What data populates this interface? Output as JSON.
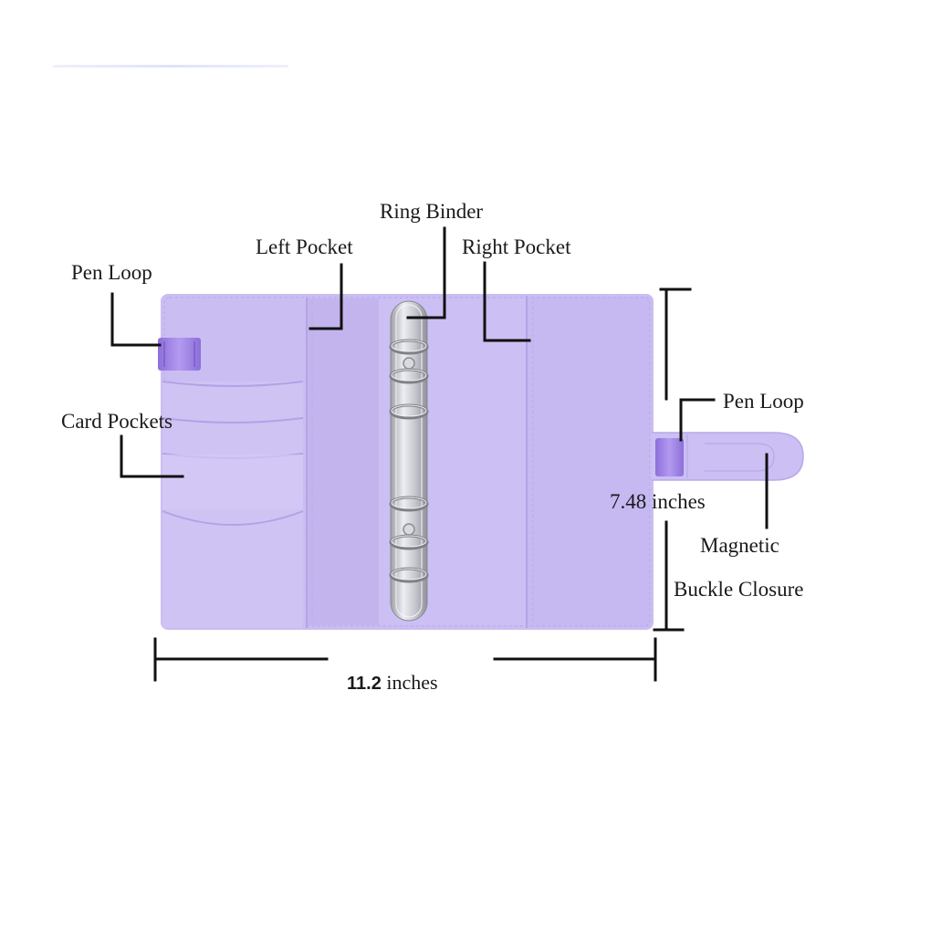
{
  "labels": {
    "ring_binder": "Ring Binder",
    "left_pocket": "Left Pocket",
    "right_pocket": "Right Pocket",
    "pen_loop_left": "Pen Loop",
    "pen_loop_right": "Pen Loop",
    "card_pockets": "Card Pockets",
    "magnetic": "Magnetic",
    "buckle_closure": "Buckle Closure",
    "height": "7.48 inches",
    "width_number": "11.2",
    "width_unit": " inches"
  },
  "colors": {
    "binder_purple": "#c9bdf0",
    "binder_purple_dark": "#b8a8ec",
    "pen_loop_band": "#9a7de0",
    "ring_metal": "#cfcfd4",
    "line": "#111111"
  },
  "icons": {
    "binder": "a6-ring-binder-photo"
  }
}
